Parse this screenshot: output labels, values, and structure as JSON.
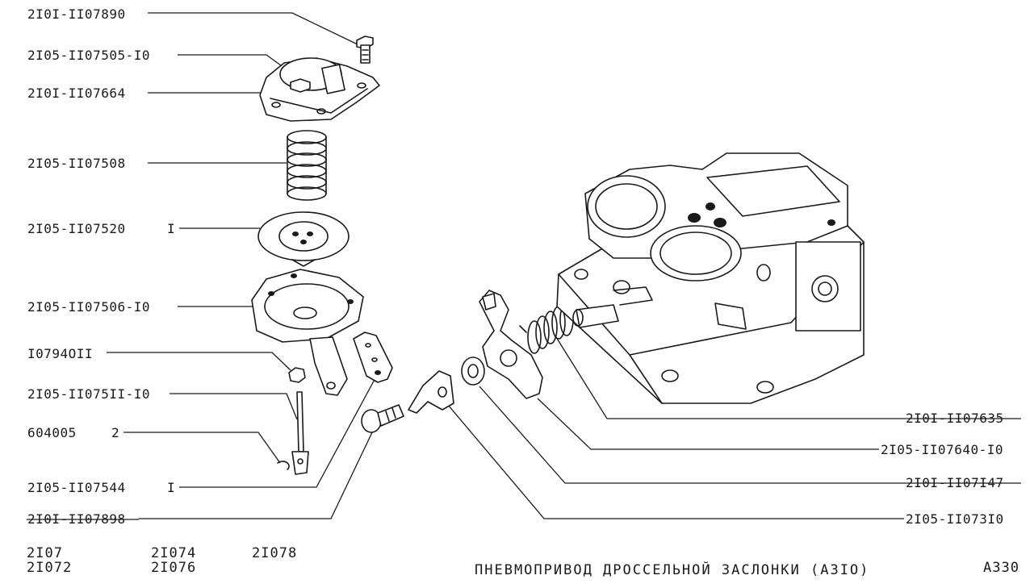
{
  "callouts_left": [
    {
      "id": "c1",
      "text": "2I0I-II07890"
    },
    {
      "id": "c2",
      "text": "2I05-II07505-I0"
    },
    {
      "id": "c3",
      "text": "2I0I-II07664"
    },
    {
      "id": "c4",
      "text": "2I05-II07508"
    },
    {
      "id": "c5",
      "text": "2I05-II07520"
    },
    {
      "id": "c6",
      "text": "2I05-II07506-I0"
    },
    {
      "id": "c7",
      "text": "I0794OII"
    },
    {
      "id": "c8",
      "text": "2I05-II075II-I0"
    },
    {
      "id": "c9",
      "text": "604005"
    },
    {
      "id": "c10",
      "text": "2I05-II07544"
    },
    {
      "id": "c11",
      "text": "2I0I-II07898"
    }
  ],
  "quantities": {
    "c5": "I",
    "c9": "2",
    "c10": "I"
  },
  "callouts_right": [
    {
      "id": "r1",
      "text": "2I0I-II07635"
    },
    {
      "id": "r2",
      "text": "2I05-II07640-I0"
    },
    {
      "id": "r3",
      "text": "2I0I-II07I47"
    },
    {
      "id": "r4",
      "text": "2I05-II073I0"
    }
  ],
  "models": {
    "col1": [
      "2I07",
      "2I072"
    ],
    "col2": [
      "2I074",
      "2I076"
    ],
    "col3": [
      "2I078"
    ]
  },
  "title": "ПНЕВМОПРИВОД  ДРОССЕЛЬНОЙ  ЗАСЛОНКИ (АЗIО)",
  "sheet_code": "А330"
}
